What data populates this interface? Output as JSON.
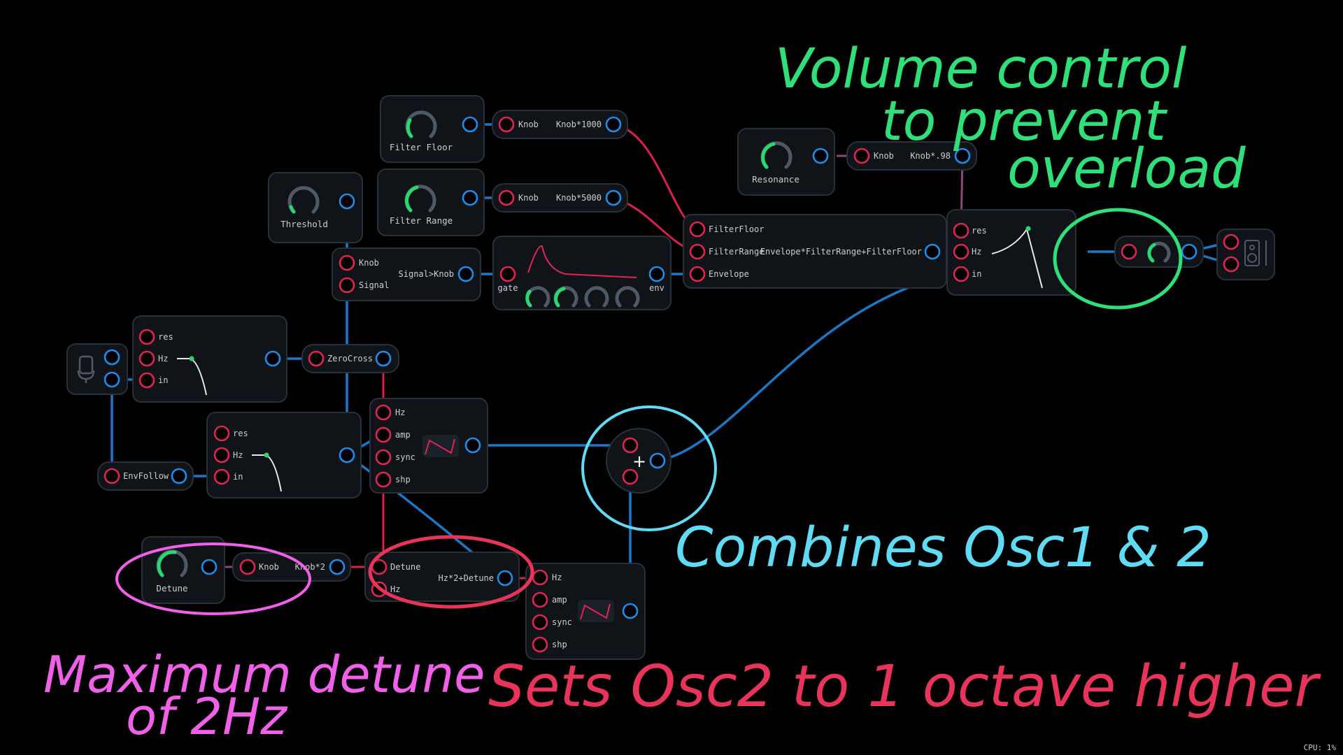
{
  "modules": {
    "filter_floor": {
      "label": "Filter Floor"
    },
    "filter_range": {
      "label": "Filter Range"
    },
    "threshold": {
      "label": "Threshold"
    },
    "resonance": {
      "label": "Resonance"
    },
    "detune": {
      "label": "Detune"
    },
    "expr_1000": {
      "in": "Knob",
      "out": "Knob*1000"
    },
    "expr_5000": {
      "in": "Knob",
      "out": "Knob*5000"
    },
    "expr_098": {
      "in": "Knob",
      "out": "Knob*.98"
    },
    "expr_x2": {
      "in": "Knob",
      "out": "Knob*2"
    },
    "compare": {
      "in1": "Knob",
      "in2": "Signal",
      "out": "Signal>Knob"
    },
    "envelope": {
      "in": "gate",
      "out": "env"
    },
    "filter_expr": {
      "in1": "FilterFloor",
      "in2": "FilterRange",
      "in3": "Envelope",
      "out": "Envelope*FilterRange+FilterFloor"
    },
    "detune_expr": {
      "in1": "Detune",
      "in2": "Hz",
      "out": "Hz*2+Detune"
    },
    "zerocross": {
      "label": "ZeroCross"
    },
    "envfollow": {
      "label": "EnvFollow"
    },
    "filter_ports": {
      "res": "res",
      "hz": "Hz",
      "in": "in"
    },
    "osc_ports": {
      "hz": "Hz",
      "amp": "amp",
      "sync": "sync",
      "shp": "shp"
    },
    "mixer": {
      "symbol": "+"
    }
  },
  "annotations": {
    "volume": [
      "Volume control",
      "to prevent",
      "overload"
    ],
    "combines": "Combines Osc1 & 2",
    "sets": "Sets Osc2 to 1 octave higher",
    "maximum": [
      "Maximum detune",
      "of 2Hz"
    ]
  },
  "annotation_colors": {
    "green": "#2fe07a",
    "cyan": "#5fdcf4",
    "red": "#e8345a",
    "magenta": "#f060e8"
  },
  "status": {
    "cpu": "CPU: 1%"
  },
  "icon_names": [
    "microphone-icon",
    "speaker-icon",
    "sawtooth-wave-icon",
    "lowpass-curve-icon",
    "resonant-peak-curve-icon",
    "envelope-curve-icon",
    "plus-icon"
  ]
}
